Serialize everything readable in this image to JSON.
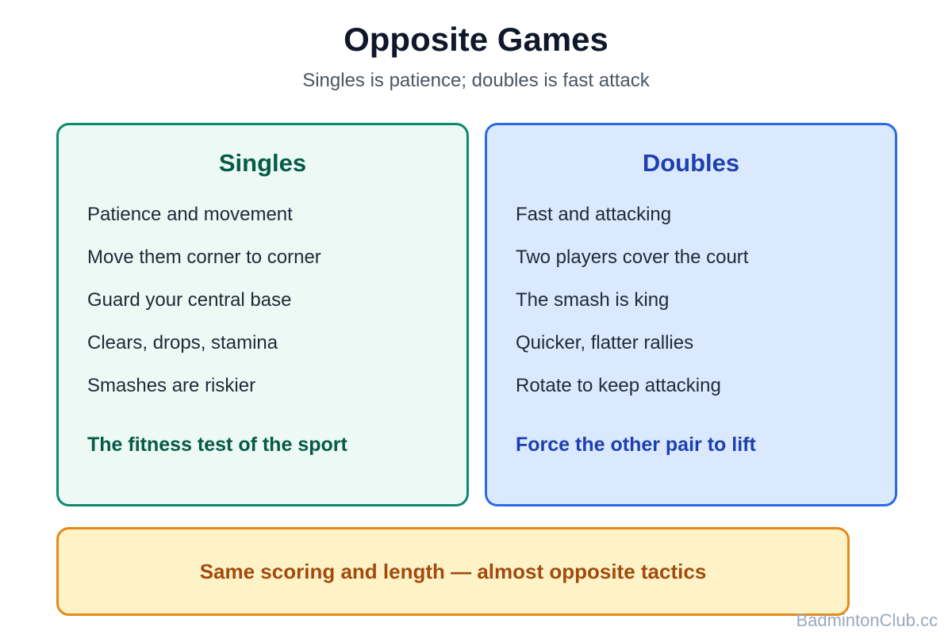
{
  "title": "Opposite Games",
  "subtitle": "Singles is patience; doubles is fast attack",
  "singles": {
    "heading": "Singles",
    "items": [
      "Patience and movement",
      "Move them corner to corner",
      "Guard your central base",
      "Clears, drops, stamina",
      "Smashes are riskier"
    ],
    "tagline": "The fitness test of the sport",
    "accent_color": "#0d8a6e",
    "background_color": "#ecf9f4"
  },
  "doubles": {
    "heading": "Doubles",
    "items": [
      "Fast and attacking",
      "Two players cover the court",
      "The smash is king",
      "Quicker, flatter rallies",
      "Rotate to keep attacking"
    ],
    "tagline": "Force the other pair to lift",
    "accent_color": "#2a6ae8",
    "background_color": "#dbe9fe"
  },
  "banner": {
    "text": "Same scoring and length — almost opposite tactics",
    "accent_color": "#e48a1a",
    "background_color": "#fef3c7"
  },
  "watermark": "BadmintonClub.cc"
}
